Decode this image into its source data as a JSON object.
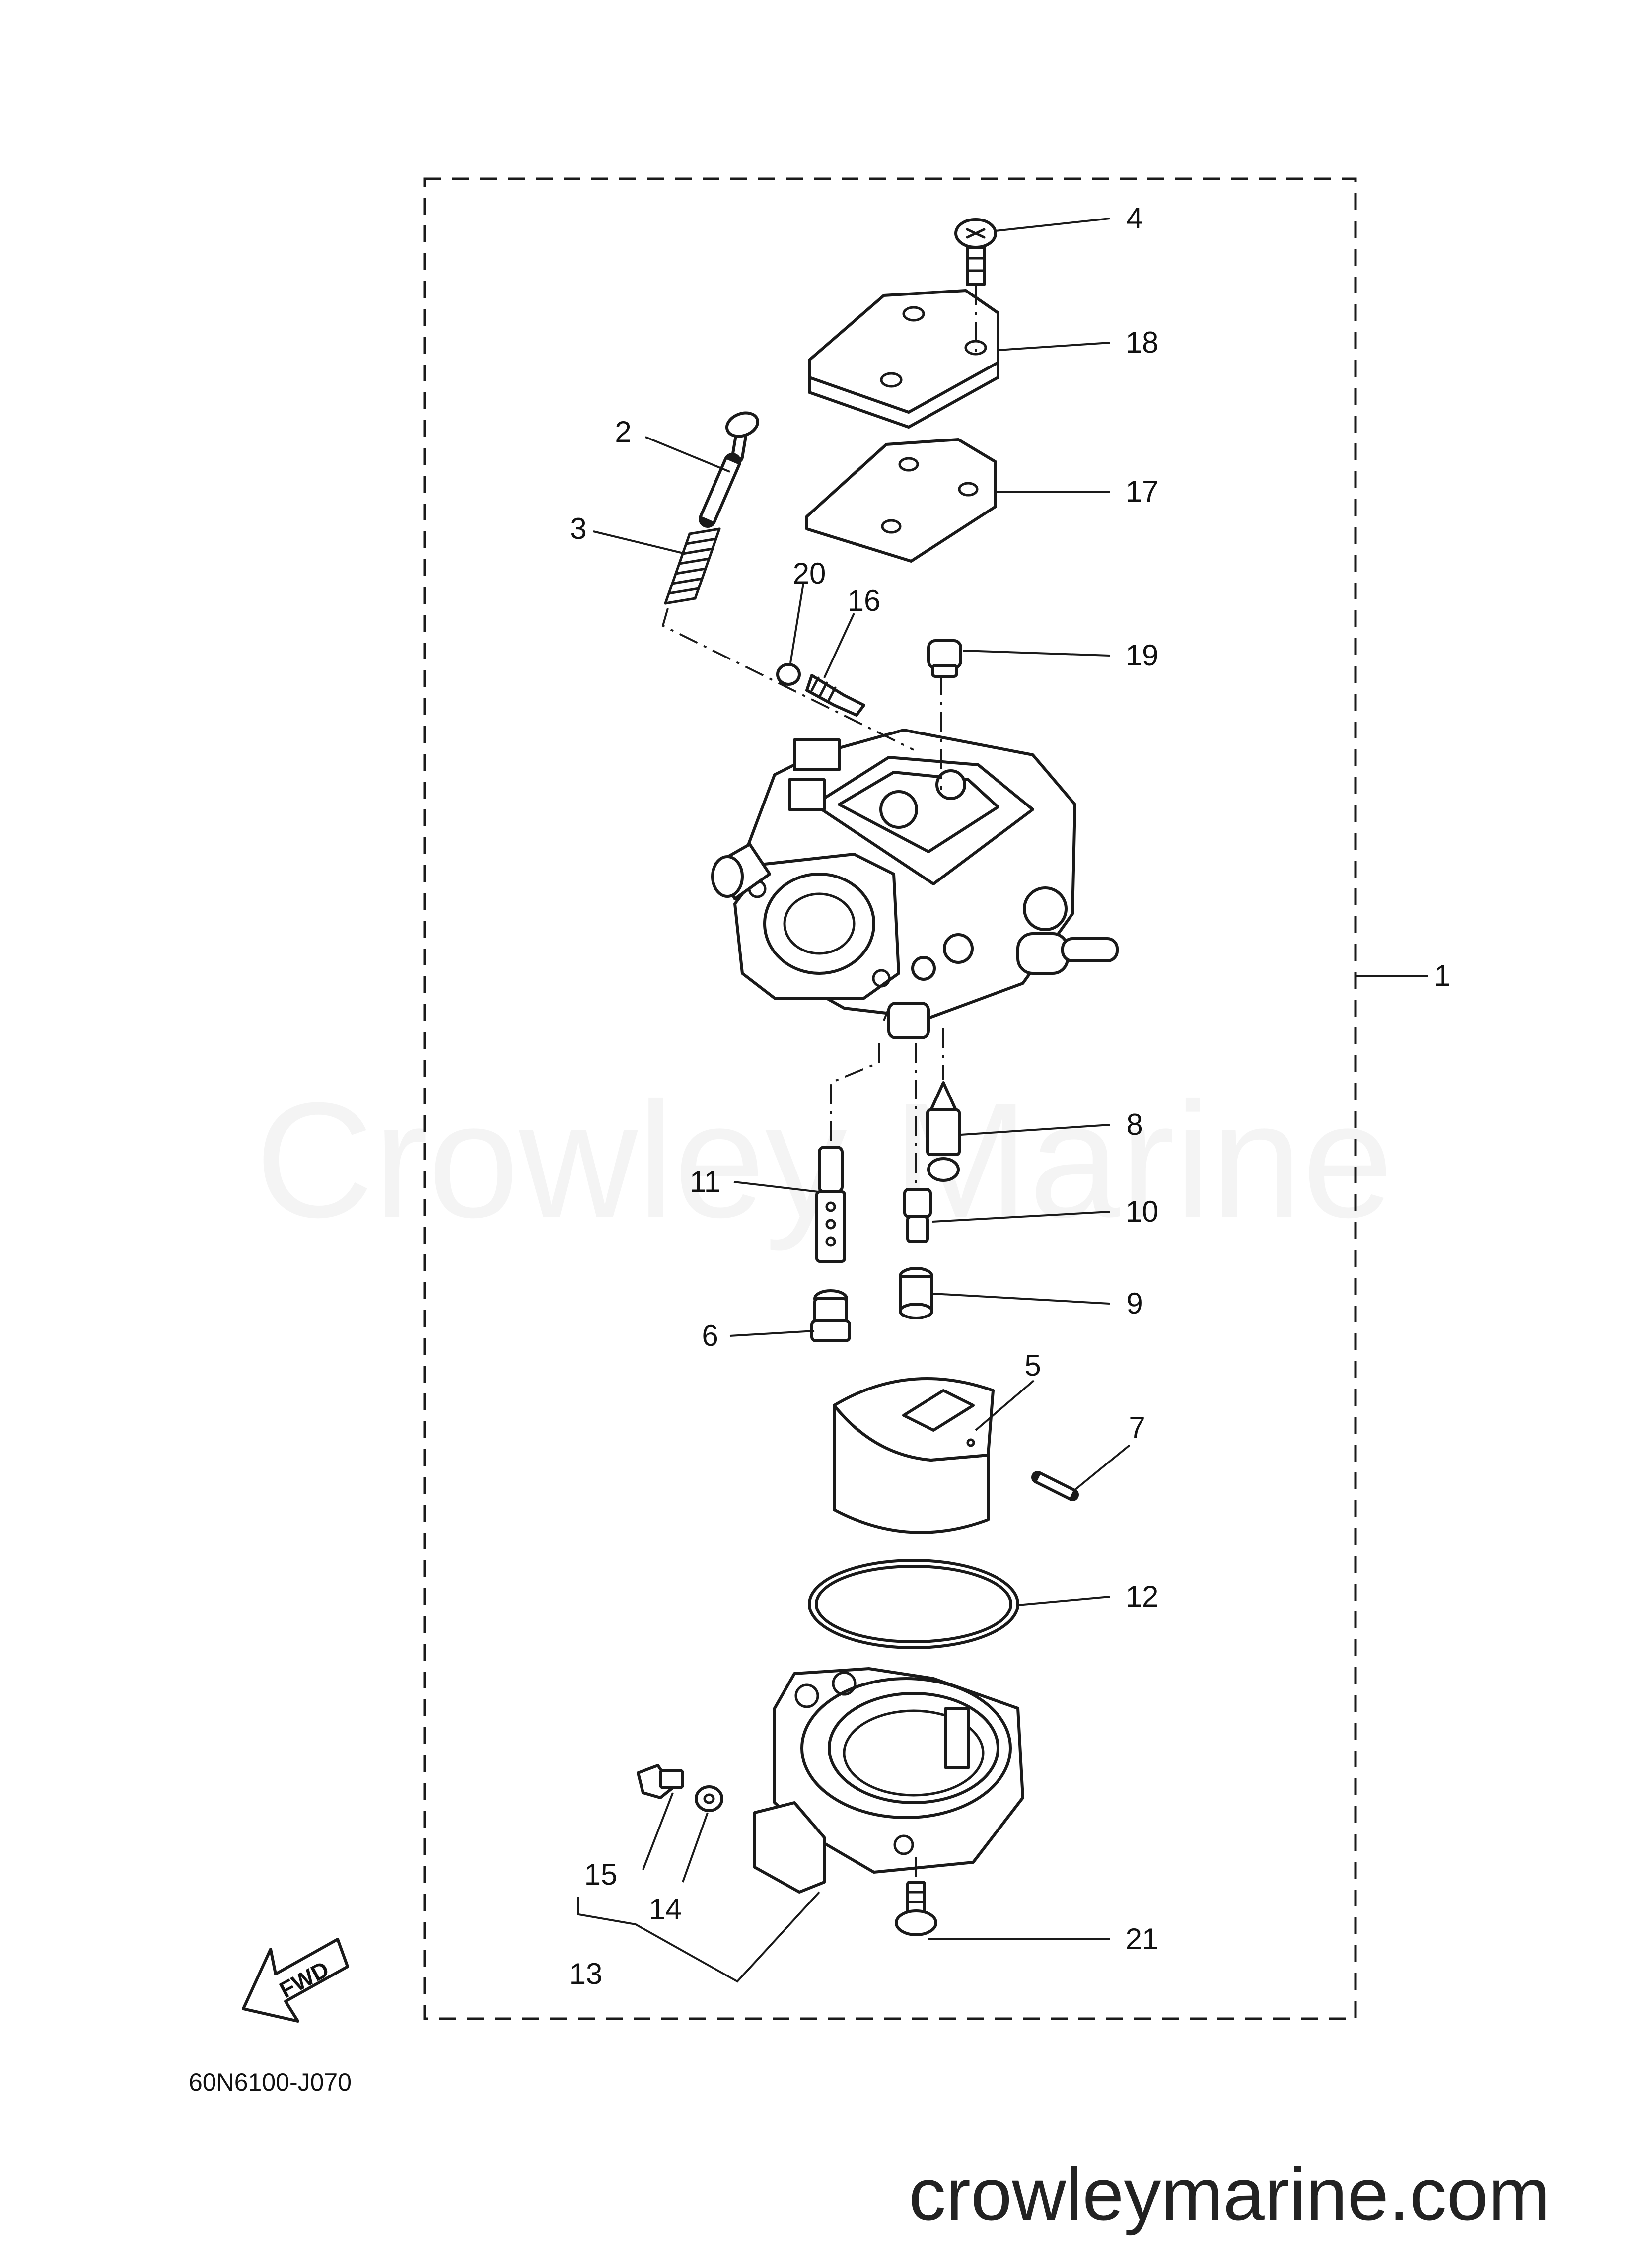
{
  "diagram": {
    "callouts": [
      "1",
      "2",
      "3",
      "4",
      "5",
      "6",
      "7",
      "8",
      "9",
      "10",
      "11",
      "12",
      "13",
      "14",
      "15",
      "16",
      "17",
      "18",
      "19",
      "20",
      "21"
    ],
    "part_code": "60N6100-J070",
    "fwd_label": "FWD",
    "watermark": "Crowley Marine",
    "footer_url": "crowleymarine.com"
  }
}
